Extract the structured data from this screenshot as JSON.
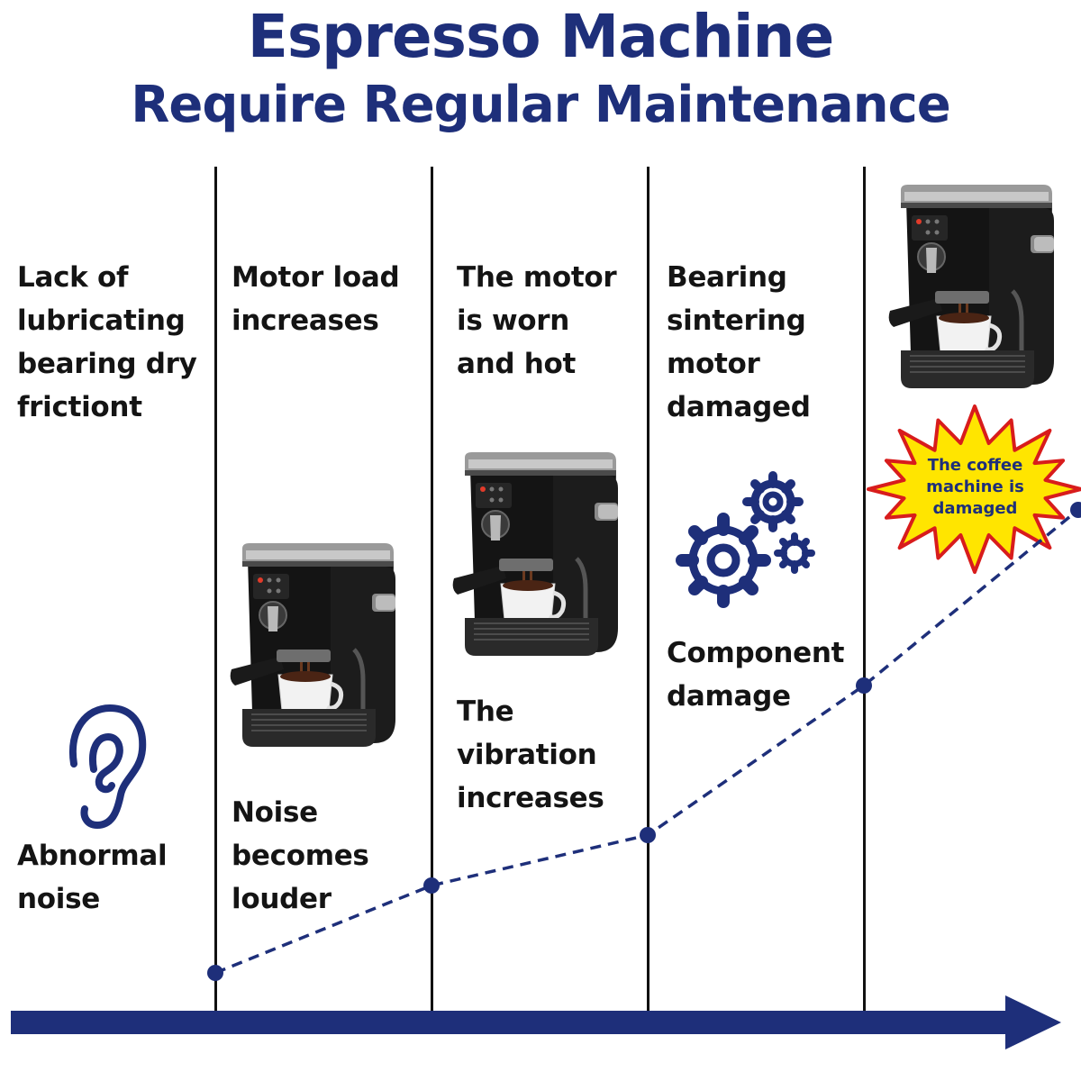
{
  "title": {
    "line1": "Espresso Machine",
    "line2": "Require Regular Maintenance"
  },
  "columns": [
    {
      "top": [
        "Lack of",
        "lubricating",
        "bearing dry",
        "frictiont"
      ],
      "bottom": [
        "Abnormal",
        "noise"
      ],
      "icon": "ear-icon"
    },
    {
      "top": [
        "Motor load",
        "increases"
      ],
      "bottom": [
        "Noise",
        "becomes",
        "louder"
      ],
      "icon": "espresso-machine-icon"
    },
    {
      "top": [
        "The motor",
        "is worn",
        "and hot"
      ],
      "bottom": [
        "The",
        "vibration",
        "increases"
      ],
      "icon": "espresso-machine-icon"
    },
    {
      "top": [
        "Bearing",
        "sintering",
        "motor",
        "damaged"
      ],
      "bottom": [
        "Component",
        "damage"
      ],
      "icon": "gears-icon"
    },
    {
      "top": [],
      "bottom": [],
      "icon": "espresso-machine-icon"
    }
  ],
  "burst": [
    "The coffee",
    "machine is",
    "damaged"
  ],
  "colors": {
    "accent": "#1e2f7a",
    "burst_fill": "#ffe500",
    "burst_stroke": "#d81c1c",
    "text": "#141414"
  }
}
